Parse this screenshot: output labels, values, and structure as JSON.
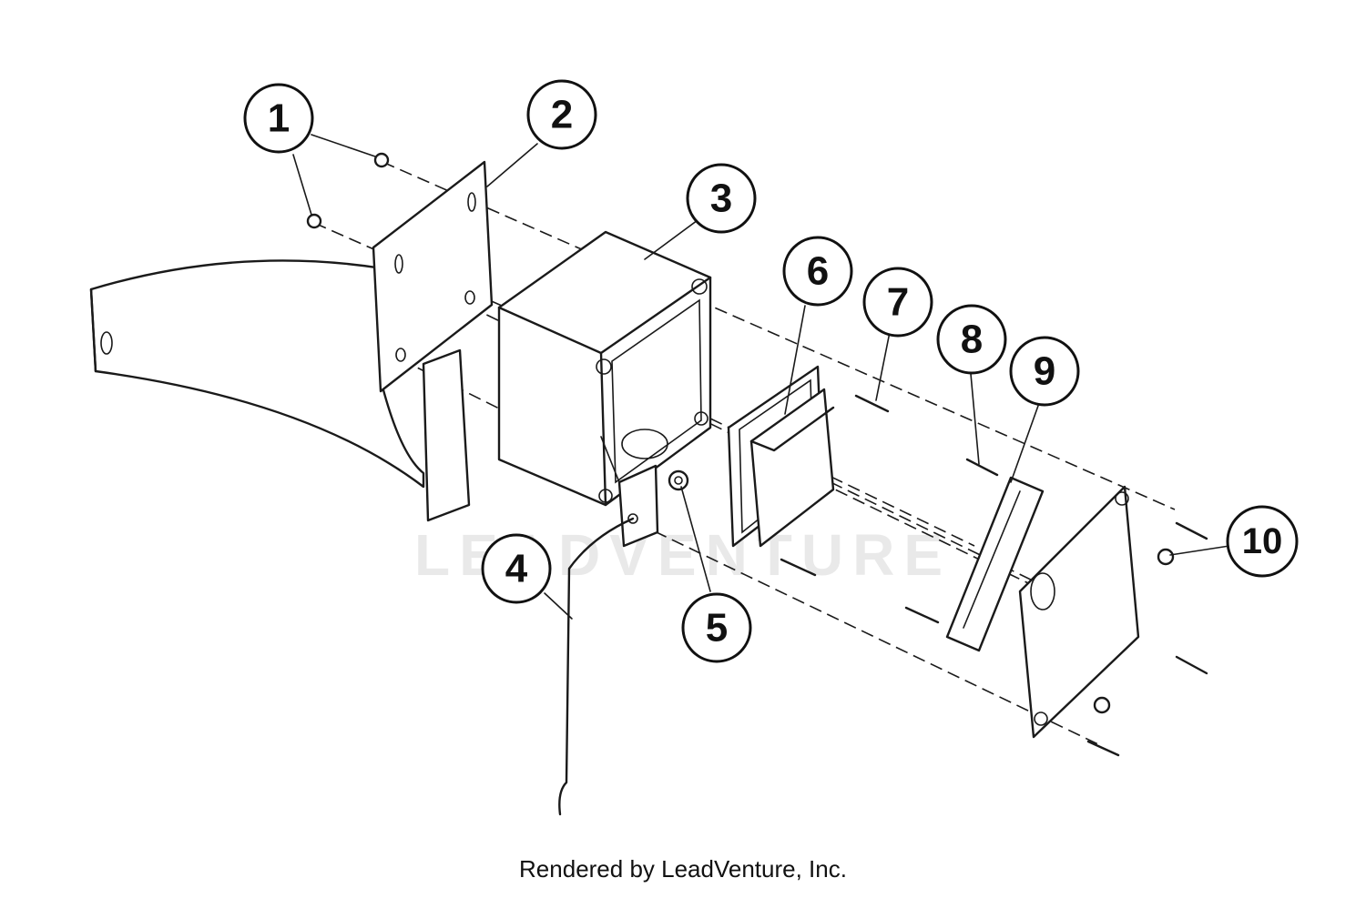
{
  "diagram": {
    "watermark": "LEADVENTURE",
    "credit": "Rendered by LeadVenture, Inc.",
    "callouts": [
      {
        "num": "1"
      },
      {
        "num": "2"
      },
      {
        "num": "3"
      },
      {
        "num": "4"
      },
      {
        "num": "5"
      },
      {
        "num": "6"
      },
      {
        "num": "7"
      },
      {
        "num": "8"
      },
      {
        "num": "9"
      },
      {
        "num": "10"
      }
    ]
  }
}
